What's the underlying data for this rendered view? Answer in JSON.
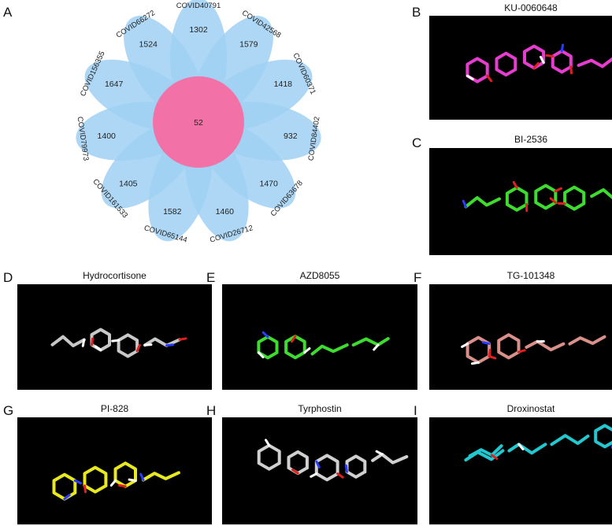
{
  "venn": {
    "letter": "A",
    "center_value": "52",
    "petals": [
      {
        "name": "COVID40791",
        "value": "1302"
      },
      {
        "name": "COVID42568",
        "value": "1579"
      },
      {
        "name": "COVID60371",
        "value": "1418"
      },
      {
        "name": "COVID84402",
        "value": "932"
      },
      {
        "name": "COVID63678",
        "value": "1470"
      },
      {
        "name": "COVID26712",
        "value": "1460"
      },
      {
        "name": "COVID65144",
        "value": "1582"
      },
      {
        "name": "COVID161533",
        "value": "1405"
      },
      {
        "name": "COVID79973",
        "value": "1400"
      },
      {
        "name": "COVID156355",
        "value": "1647"
      },
      {
        "name": "COVID66272",
        "value": "1524"
      }
    ],
    "colors": {
      "petal": "#9fd0f2",
      "center": "#f272a8"
    }
  },
  "molecules": [
    {
      "letter": "B",
      "title": "KU-0060648",
      "color": "#e63ccf"
    },
    {
      "letter": "C",
      "title": "BI-2536",
      "color": "#3ddc2e"
    },
    {
      "letter": "D",
      "title": "Hydrocortisone",
      "color": "#c8c8c8"
    },
    {
      "letter": "E",
      "title": "AZD8055",
      "color": "#3ddc2e"
    },
    {
      "letter": "F",
      "title": "TG-101348",
      "color": "#d9908a"
    },
    {
      "letter": "G",
      "title": "PI-828",
      "color": "#e8e81e"
    },
    {
      "letter": "H",
      "title": "Tyrphostin",
      "color": "#d0d0d0"
    },
    {
      "letter": "I",
      "title": "Droxinostat",
      "color": "#22c8d0"
    }
  ]
}
